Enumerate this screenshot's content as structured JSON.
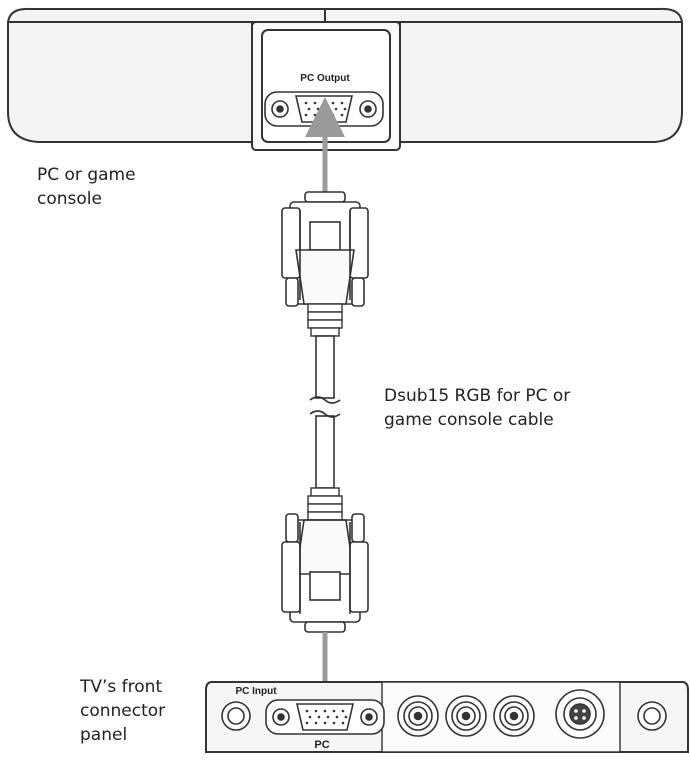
{
  "pc_output_label": "PC Output",
  "pc_input_label": "PC Input",
  "pc_port_label": "PC",
  "pc_device_label": [
    "PC or game",
    "console"
  ],
  "cable_label": [
    "Dsub15 RGB for PC or",
    "game console cable"
  ],
  "tv_panel_label": [
    "TV’s front",
    "connector",
    "panel"
  ],
  "colors": {
    "line": "#333333",
    "arrow": "#9a9a9a",
    "panel_fill": "#f6f6f6",
    "background": "#ffffff"
  }
}
